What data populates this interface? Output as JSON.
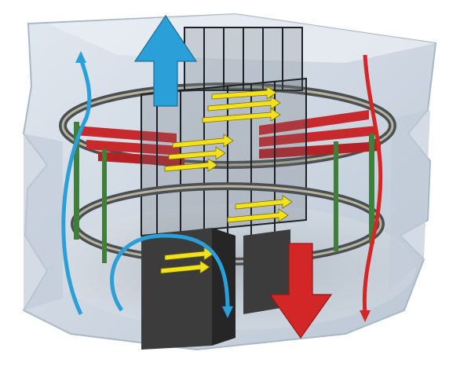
{
  "diagram": {
    "colors": {
      "background": "#ffffff",
      "housing_fill": "#c9d3de",
      "housing_edge": "#a9b7c6",
      "cold_flow": "#2a9fd8",
      "hot_flow": "#d32626",
      "warm_flow": "#f2e11c",
      "heat_plate": "#c8292d",
      "frame": "#1e2226",
      "ring_track": "#4a4f55",
      "ring_rail": "#b9b39a",
      "green_post": "#3f7f3a",
      "base_block": "#3c3c3c"
    },
    "components": {
      "flow_arrows": {
        "cold_in": {
          "kind": "big-arrow",
          "direction": "up",
          "color_key": "cold_flow"
        },
        "hot_out": {
          "kind": "big-arrow",
          "direction": "down",
          "color_key": "hot_flow"
        },
        "yellow_rows": 3
      }
    }
  }
}
